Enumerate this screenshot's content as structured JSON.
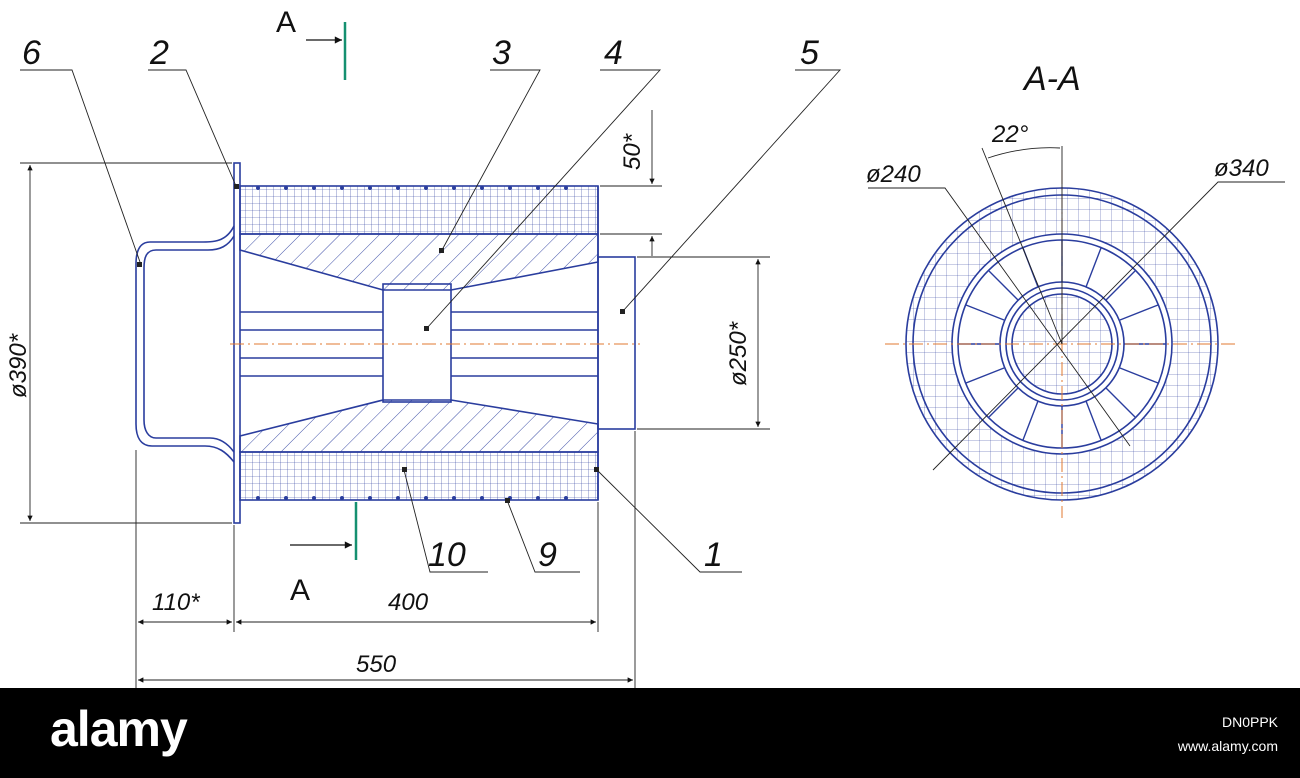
{
  "section_marks": {
    "top": "A",
    "bottom": "A"
  },
  "section_title": "A-A",
  "callouts": [
    "6",
    "2",
    "3",
    "4",
    "5",
    "10",
    "9",
    "1"
  ],
  "dimensions": {
    "dia_outer": "ø390*",
    "dia_outlet": "ø250*",
    "thickness": "50*",
    "length_handle": "110*",
    "length_body": "400",
    "length_total": "550",
    "angle": "22°",
    "dia_inner": "ø240",
    "dia_section_outer": "ø340"
  },
  "footer": {
    "logo": "alamy",
    "image_id": "DN0PPK",
    "site": "www.alamy.com"
  },
  "colors": {
    "line": "#2a3d9e",
    "center": "#e07a30",
    "section_mark": "#159070"
  }
}
